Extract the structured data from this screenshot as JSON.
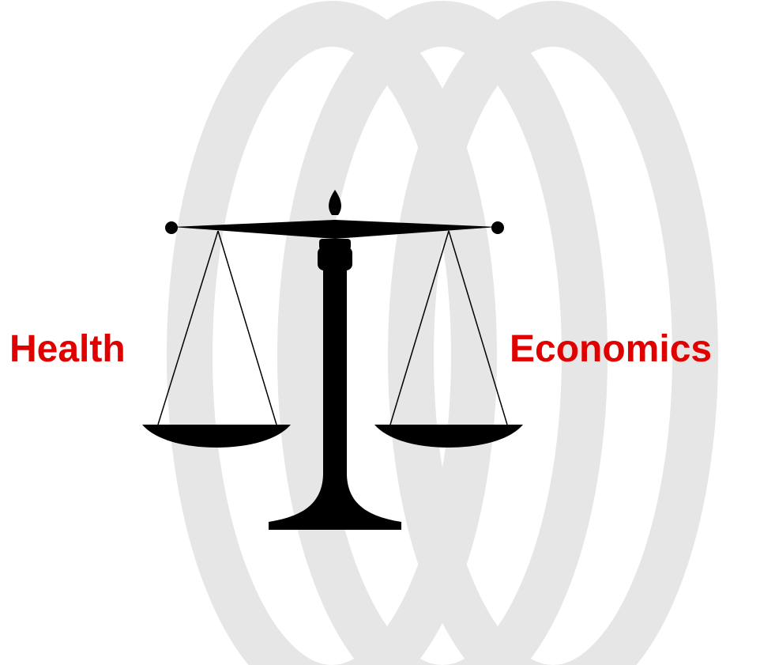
{
  "labels": {
    "left": "Health",
    "right": "Economics"
  },
  "colors": {
    "label": "#e00000",
    "scale": "#000000",
    "watermark": "#e6e6e6"
  },
  "icons": {
    "scale": "balance-scale-icon",
    "background": "overlapping-rings-watermark"
  }
}
